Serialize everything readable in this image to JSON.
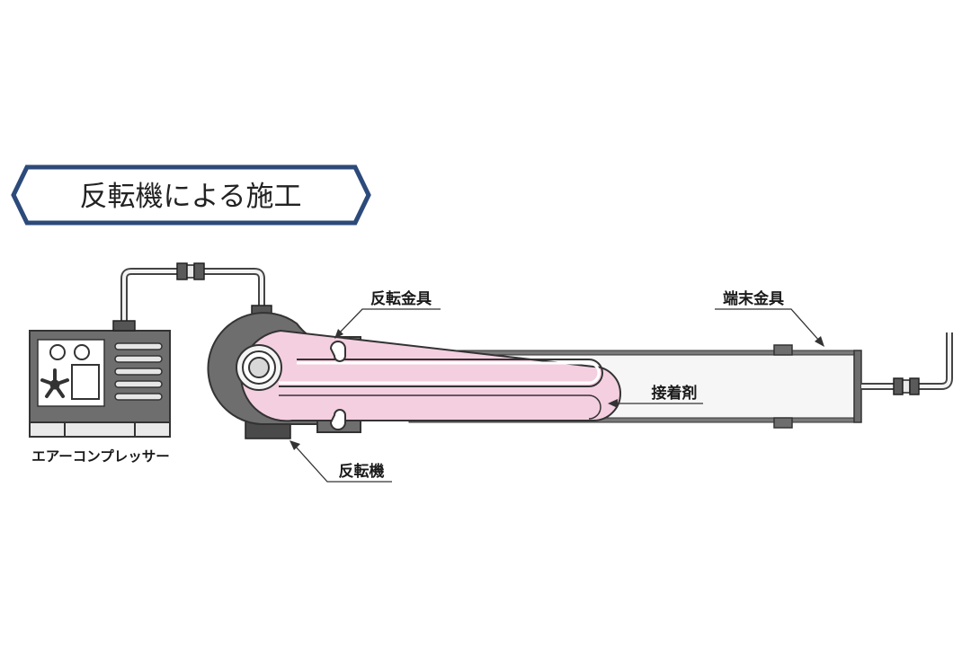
{
  "title": "反転機による施工",
  "labels": {
    "reversing_fitting": "反転金具",
    "end_fitting": "端末金具",
    "adhesive": "接着剤",
    "reversing_machine": "反転機",
    "air_compressor": "エアーコンプレッサー"
  },
  "colors": {
    "frame_navy": "#2c4a7a",
    "machine_gray": "#6e6e6e",
    "dark_gray": "#4a4a4a",
    "liner_pink": "#f4cfe0",
    "pipe_light": "#f6f6f6",
    "line": "#333333"
  }
}
